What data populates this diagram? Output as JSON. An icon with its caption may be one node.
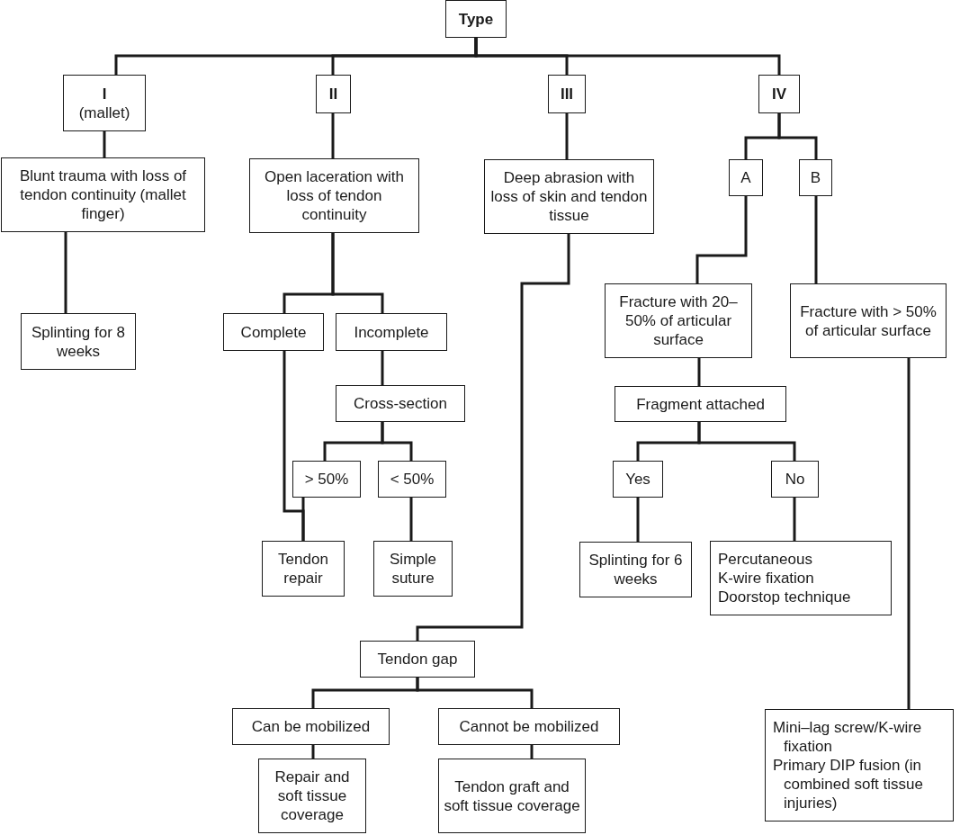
{
  "diagram": {
    "nodes": [
      {
        "text": [
          "Type"
        ]
      },
      {
        "text": [
          "I",
          "(mallet)"
        ]
      },
      {
        "text": [
          "II"
        ]
      },
      {
        "text": [
          "III"
        ]
      },
      {
        "text": [
          "IV"
        ]
      },
      {
        "text": [
          "Blunt trauma with loss of tendon continuity (mallet finger)"
        ]
      },
      {
        "text": [
          "Open laceration with loss of tendon continuity"
        ]
      },
      {
        "text": [
          "Deep abrasion with loss of skin and tendon tissue"
        ]
      },
      {
        "text": [
          "A"
        ]
      },
      {
        "text": [
          "B"
        ]
      },
      {
        "text": [
          "Splinting for 8 weeks"
        ]
      },
      {
        "text": [
          "Complete"
        ]
      },
      {
        "text": [
          "Incomplete"
        ]
      },
      {
        "text": [
          "Fracture with 20–50% of articular surface"
        ]
      },
      {
        "text": [
          "Fracture with > 50% of articular surface"
        ]
      },
      {
        "text": [
          "Cross-section"
        ]
      },
      {
        "text": [
          "Fragment attached"
        ]
      },
      {
        "text": [
          "> 50%"
        ]
      },
      {
        "text": [
          "< 50%"
        ]
      },
      {
        "text": [
          "Yes"
        ]
      },
      {
        "text": [
          "No"
        ]
      },
      {
        "text": [
          "Tendon repair"
        ]
      },
      {
        "text": [
          "Simple suture"
        ]
      },
      {
        "text": [
          "Splinting for 6 weeks"
        ]
      },
      {
        "text": [
          "Percutaneous",
          "K-wire fixation",
          "Doorstop technique"
        ]
      },
      {
        "text": [
          "Tendon gap"
        ]
      },
      {
        "text": [
          "Can be mobilized"
        ]
      },
      {
        "text": [
          "Cannot be mobilized"
        ]
      },
      {
        "text": [
          "Repair and soft tissue coverage"
        ]
      },
      {
        "text": [
          "Tendon graft and soft tissue coverage"
        ]
      },
      {
        "text": [
          "Mini–lag screw/K-wire fixation",
          "Primary DIP fusion (in combined soft tissue injuries)"
        ]
      }
    ],
    "edges": [
      {
        "from": 0,
        "to": 1,
        "arrow": "none"
      },
      {
        "from": 0,
        "to": 2,
        "arrow": "none"
      },
      {
        "from": 0,
        "to": 3,
        "arrow": "none"
      },
      {
        "from": 0,
        "to": 4,
        "arrow": "none"
      },
      {
        "from": 1,
        "to": 5,
        "arrow": "none"
      },
      {
        "from": 2,
        "to": 6,
        "arrow": "none"
      },
      {
        "from": 3,
        "to": 7,
        "arrow": "none"
      },
      {
        "from": 4,
        "to": 8,
        "arrow": "none"
      },
      {
        "from": 4,
        "to": 9,
        "arrow": "none"
      },
      {
        "from": 5,
        "to": 10,
        "arrow": "none"
      },
      {
        "from": 6,
        "to": 11,
        "arrow": "none"
      },
      {
        "from": 6,
        "to": 12,
        "arrow": "none"
      },
      {
        "from": 7,
        "to": 25,
        "arrow": "none"
      },
      {
        "from": 8,
        "to": 13,
        "arrow": "none"
      },
      {
        "from": 9,
        "to": 14,
        "arrow": "none"
      },
      {
        "from": 11,
        "to": 21,
        "arrow": "none"
      },
      {
        "from": 12,
        "to": 15,
        "arrow": "none"
      },
      {
        "from": 15,
        "to": 17,
        "arrow": "none"
      },
      {
        "from": 15,
        "to": 18,
        "arrow": "none"
      },
      {
        "from": 17,
        "to": 21,
        "arrow": "none"
      },
      {
        "from": 18,
        "to": 22,
        "arrow": "none"
      },
      {
        "from": 13,
        "to": 16,
        "arrow": "none"
      },
      {
        "from": 16,
        "to": 19,
        "arrow": "none"
      },
      {
        "from": 16,
        "to": 20,
        "arrow": "none"
      },
      {
        "from": 19,
        "to": 23,
        "arrow": "none"
      },
      {
        "from": 20,
        "to": 24,
        "arrow": "none"
      },
      {
        "from": 14,
        "to": 30,
        "arrow": "none"
      },
      {
        "from": 25,
        "to": 26,
        "arrow": "none"
      },
      {
        "from": 25,
        "to": 27,
        "arrow": "none"
      },
      {
        "from": 26,
        "to": 28,
        "arrow": "none"
      },
      {
        "from": 27,
        "to": 29,
        "arrow": "none"
      }
    ]
  }
}
